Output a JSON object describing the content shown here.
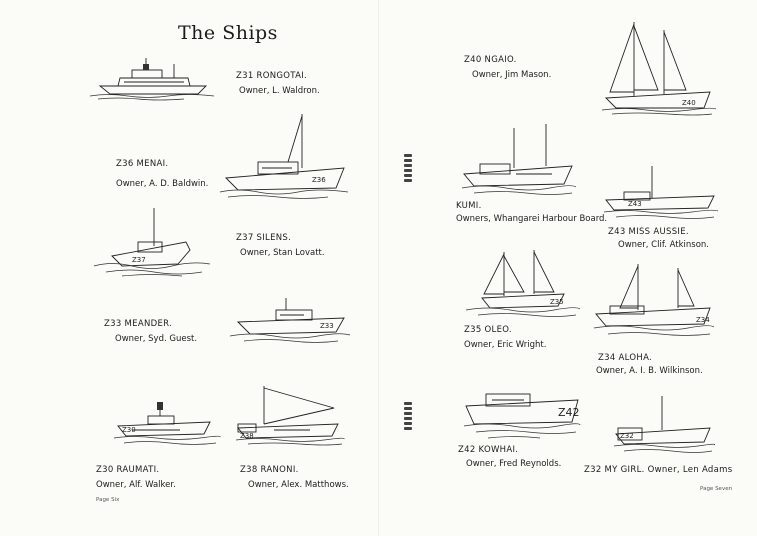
{
  "heading": "The Ships",
  "ships": [
    {
      "id": "rongotai",
      "name": "Z31  RONGOTAI.",
      "owner": "Owner, L. Waldron.",
      "hull_mark": ""
    },
    {
      "id": "menai",
      "name": "Z36  MENAI.",
      "owner": "Owner, A. D. Baldwin.",
      "hull_mark": "Z36"
    },
    {
      "id": "silens",
      "name": "Z37  SILENS.",
      "owner": "Owner, Stan Lovatt.",
      "hull_mark": "Z37"
    },
    {
      "id": "meander",
      "name": "Z33  MEANDER.",
      "owner": "Owner, Syd. Guest.",
      "hull_mark": "Z33"
    },
    {
      "id": "raumati",
      "name": "Z30  RAUMATI.",
      "owner": "Owner, Alf. Walker.",
      "hull_mark": "Z30"
    },
    {
      "id": "ranoni",
      "name": "Z38  RANONI.",
      "owner": "Owner, Alex. Matthows.",
      "hull_mark": "Z38"
    },
    {
      "id": "ngaio",
      "name": "Z40  NGAIO.",
      "owner": "Owner, Jim Mason.",
      "hull_mark": "Z40"
    },
    {
      "id": "kumi",
      "name": "KUMI.",
      "owner": "Owners, Whangarei Harbour Board.",
      "hull_mark": ""
    },
    {
      "id": "missaussie",
      "name": "Z43  MISS AUSSIE.",
      "owner": "Owner, Clif. Atkinson.",
      "hull_mark": "Z43"
    },
    {
      "id": "oleo",
      "name": "Z35  OLEO.",
      "owner": "Owner, Eric Wright.",
      "hull_mark": "Z35"
    },
    {
      "id": "aloha",
      "name": "Z34  ALOHA.",
      "owner": "Owner, A. I. B. Wilkinson.",
      "hull_mark": "Z34"
    },
    {
      "id": "kowhai",
      "name": "Z42  KOWHAI.",
      "owner": "Owner, Fred Reynolds.",
      "hull_mark": "Z42"
    },
    {
      "id": "mygirl",
      "name": "Z32  MY GIRL.  Owner, Len Adams",
      "owner": "",
      "hull_mark": "Z32"
    }
  ],
  "page_left": "Page Six",
  "page_right": "Page Seven"
}
